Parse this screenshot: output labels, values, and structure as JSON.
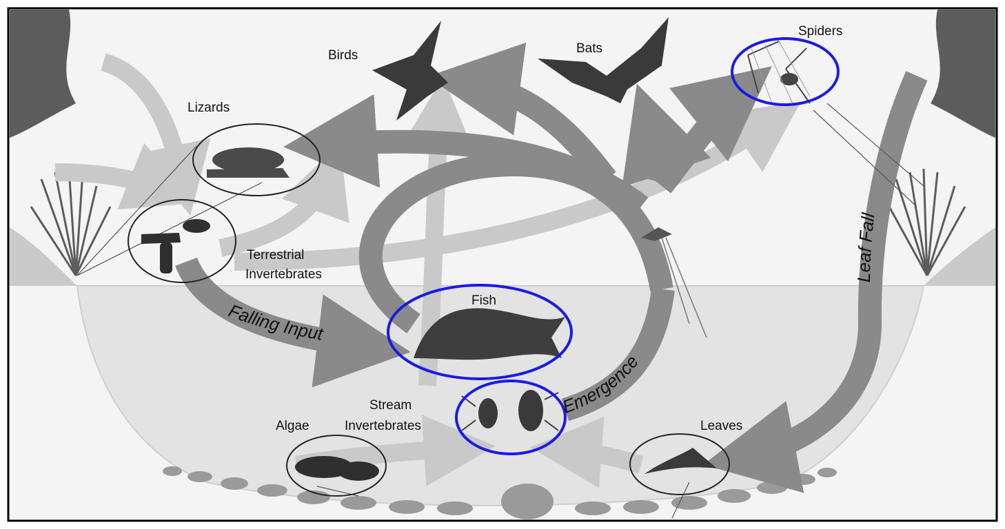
{
  "labels": {
    "birds": "Birds",
    "bats": "Bats",
    "spiders": "Spiders",
    "lizards": "Lizards",
    "terrestrial_line1": "Terrestrial",
    "terrestrial_line2": "Invertebrates",
    "fish": "Fish",
    "stream_line1": "Stream",
    "stream_line2": "Invertebrates",
    "algae": "Algae",
    "leaves": "Leaves"
  },
  "flows": {
    "falling_input": "Falling Input",
    "emergence": "Emergence",
    "leaf_fall": "Leaf Fall"
  },
  "colors": {
    "dark_arrow": "#8a8a8a",
    "light_arrow": "#c9c9c9",
    "water": "#e3e3e3",
    "ground": "#f4f4f4",
    "vegetation": "#5c5c5c",
    "highlight": "#1a1ae6"
  },
  "icons": [
    "bird-icon",
    "bat-icon",
    "spider-icon",
    "lizard-icon",
    "caterpillar-icon",
    "fish-icon",
    "aquatic-insect-icon",
    "algae-icon",
    "leaf-icon",
    "mayfly-icon",
    "tree-icon",
    "shrub-icon"
  ]
}
